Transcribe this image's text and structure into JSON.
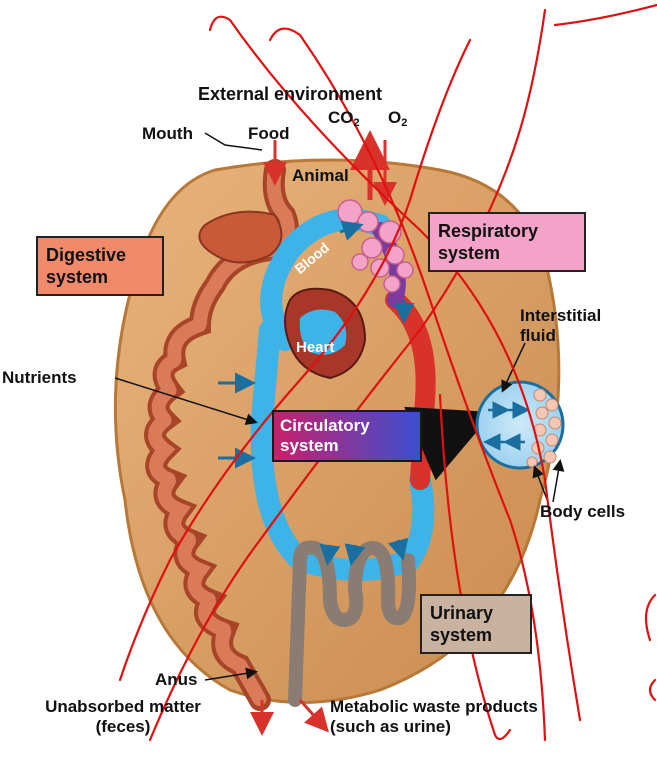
{
  "labels": {
    "external_environment": "External environment",
    "co2_main": "CO",
    "co2_sub": "2",
    "o2_main": "O",
    "o2_sub": "2",
    "mouth": "Mouth",
    "food": "Food",
    "animal": "Animal",
    "digestive_system": [
      "Digestive",
      "system"
    ],
    "respiratory_system": [
      "Respiratory",
      "system"
    ],
    "blood": "Blood",
    "heart": "Heart",
    "interstitial_fluid": [
      "Interstitial",
      "fluid"
    ],
    "nutrients": "Nutrients",
    "circulatory_system": [
      "Circulatory",
      "system"
    ],
    "body_cells": "Body cells",
    "urinary_system": [
      "Urinary",
      "system"
    ],
    "anus": "Anus",
    "unabsorbed_matter": [
      "Unabsorbed matter",
      "(feces)"
    ],
    "metabolic_waste": [
      "Metabolic waste products",
      "(such as urine)"
    ]
  },
  "colors": {
    "body_fill": "#d9a066",
    "body_edge": "#c07a3a",
    "digestive_box": "#f08a6a",
    "respiratory_box": "#f4a3c8",
    "urinary_box": "#c9b3a0",
    "blood_blue": "#3db3e8",
    "blood_red": "#d8322a",
    "gut": "#c85a3a",
    "kidney_tube": "#8a7c72",
    "annotation_ink": "#e01010"
  }
}
